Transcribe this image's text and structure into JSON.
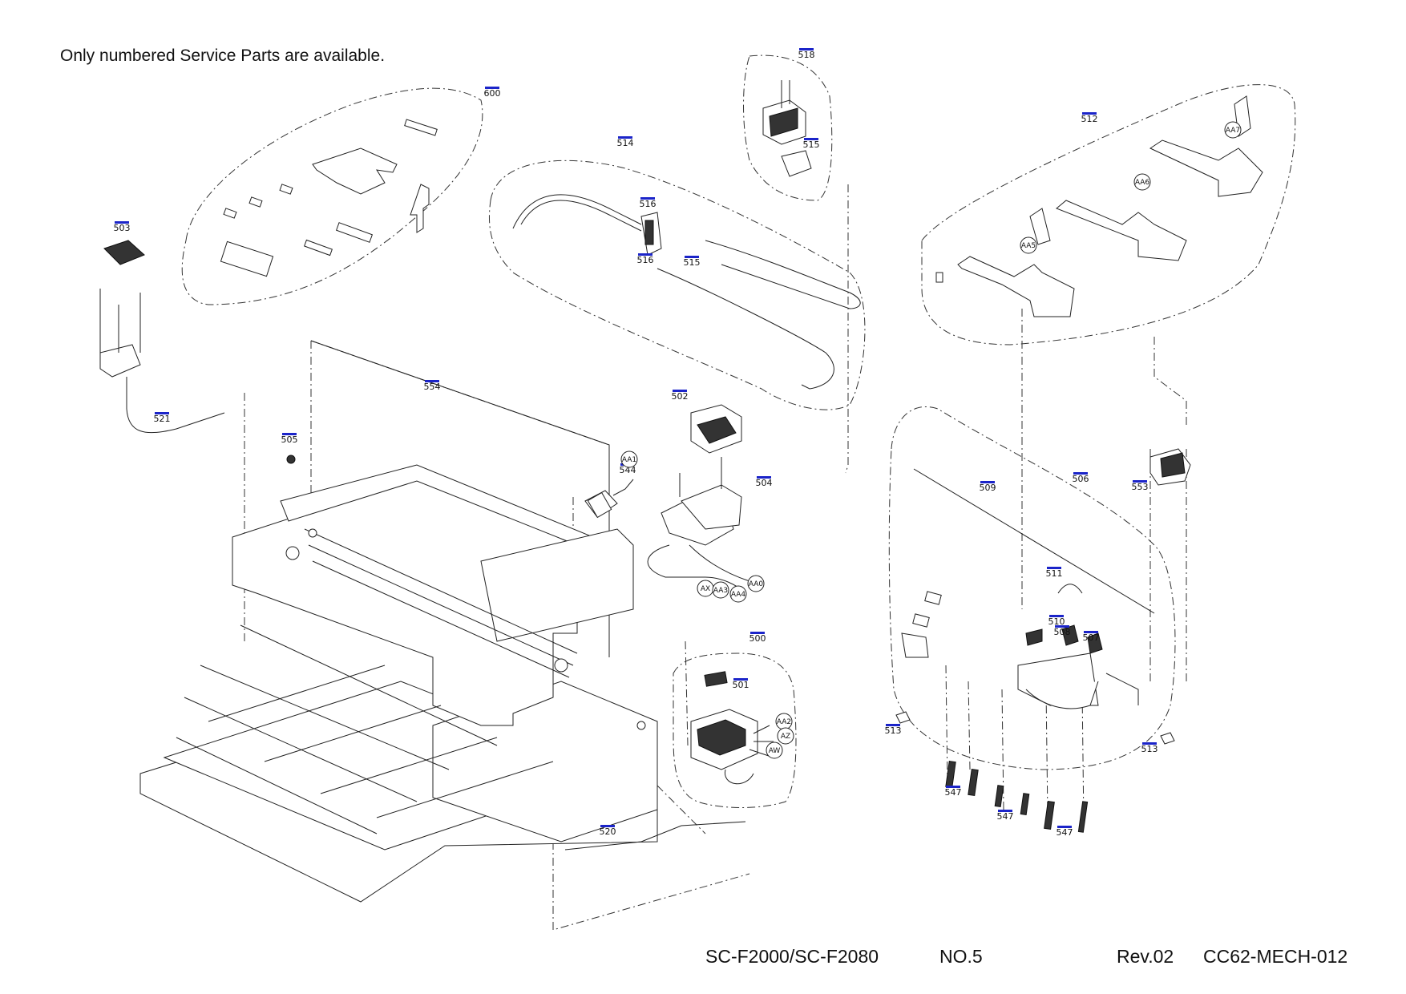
{
  "header": {
    "note": "Only numbered Service Parts are available."
  },
  "footer": {
    "model": "SC-F2000/SC-F2080",
    "page_no": "NO.5",
    "revision": "Rev.02",
    "doc_code": "CC62-MECH-012"
  },
  "colors": {
    "label_bar": "#1b24c9",
    "line": "#222222"
  },
  "part_labels": [
    "600",
    "503",
    "518",
    "514",
    "515",
    "516",
    "516",
    "515",
    "512",
    "521",
    "554",
    "505",
    "502",
    "544",
    "504",
    "509",
    "506",
    "553",
    "511",
    "510",
    "508",
    "507",
    "500",
    "501",
    "513",
    "513",
    "547",
    "547",
    "547",
    "520"
  ],
  "callouts": [
    "AA1",
    "AA7",
    "AA6",
    "AA5",
    "AX",
    "AA3",
    "AA4",
    "AA0",
    "AA2",
    "AZ",
    "AW"
  ]
}
